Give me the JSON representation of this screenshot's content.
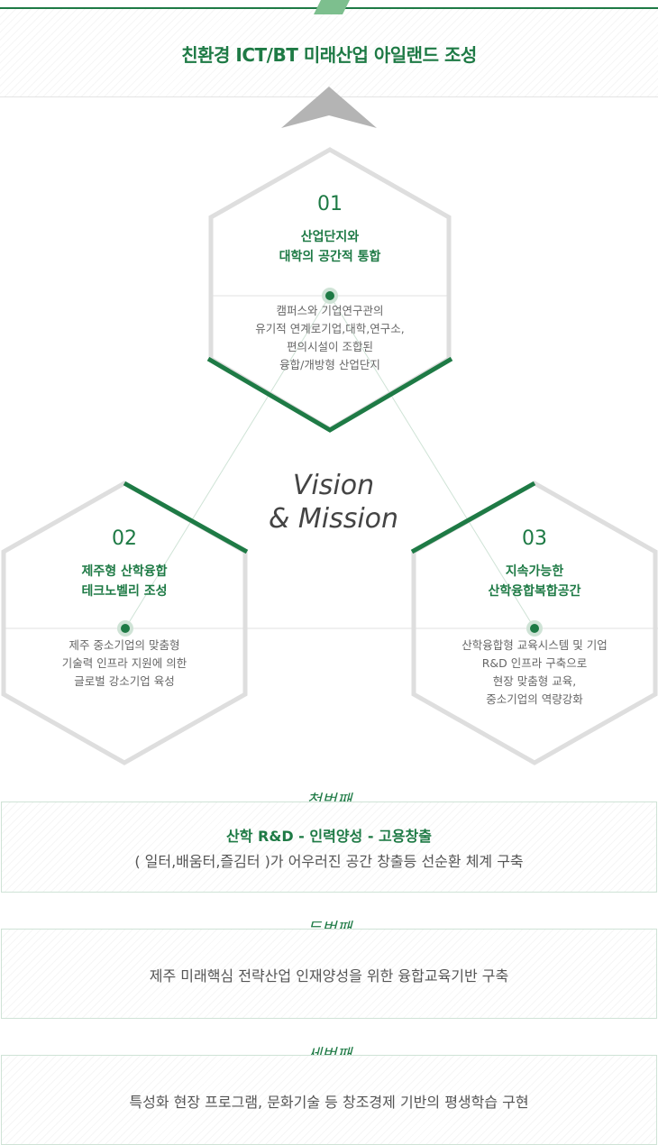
{
  "header": {
    "title": "친환경 ICT/BT 미래산업 아일랜드 조성"
  },
  "center": {
    "line1": "Vision",
    "line2": "& Mission"
  },
  "hexagons": [
    {
      "number": "01",
      "title_lines": [
        "산업단지와",
        "대학의 공간적 통합"
      ],
      "desc_lines": [
        "캠퍼스와 기업연구관의",
        "유기적 연계로기업,대학,연구소,",
        "편의시설이 조합된",
        "융합/개방형 산업단지"
      ]
    },
    {
      "number": "02",
      "title_lines": [
        "제주형 산학융합",
        "테크노벨리 조성"
      ],
      "desc_lines": [
        "제주 중소기업의 맞춤형",
        "기술력 인프라 지원에 의한",
        "글로벌 강소기업 육성"
      ]
    },
    {
      "number": "03",
      "title_lines": [
        "지속가능한",
        "산학융합복합공간"
      ],
      "desc_lines": [
        "산학융합형 교육시스템 및 기업",
        "R&D 인프라 구축으로",
        "현장 맞춤형 교육,",
        "중소기업의 역량강화"
      ]
    }
  ],
  "steps": [
    {
      "label": "첫번째",
      "title": "산학 R&D - 인력양성 -  고용창출",
      "desc": "( 일터,배움터,즐김터 )가 어우러진 공간 창출등 선순환 체계 구축"
    },
    {
      "label": "두번째",
      "title": "",
      "desc": "제주 미래핵심 전략산업 인재양성을 위한 융합교육기반 구축"
    },
    {
      "label": "세번째",
      "title": "",
      "desc": "특성화  현장 프로그램, 문화기술 등 창조경제 기반의 평생학습 구현"
    }
  ],
  "colors": {
    "accent": "#1e7a45",
    "hex_border": "#dedede",
    "arrow": "#b4b4b4"
  }
}
